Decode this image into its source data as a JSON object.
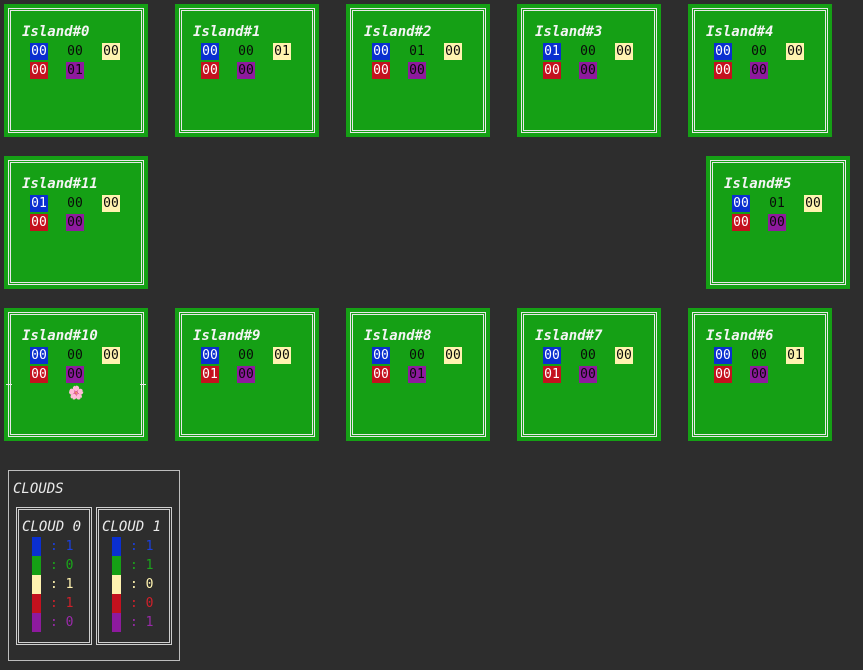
{
  "colors": {
    "blue": "#0a2fd0",
    "green": "#15a015",
    "yellow": "#fff3b0",
    "red": "#c4111e",
    "purple": "#8e1a9e"
  },
  "islands": [
    {
      "title": "Island#0",
      "blue": "00",
      "green": "00",
      "yellow": "00",
      "red": "00",
      "purple": "01"
    },
    {
      "title": "Island#1",
      "blue": "00",
      "green": "00",
      "yellow": "01",
      "red": "00",
      "purple": "00"
    },
    {
      "title": "Island#2",
      "blue": "00",
      "green": "01",
      "yellow": "00",
      "red": "00",
      "purple": "00"
    },
    {
      "title": "Island#3",
      "blue": "01",
      "green": "00",
      "yellow": "00",
      "red": "00",
      "purple": "00"
    },
    {
      "title": "Island#4",
      "blue": "00",
      "green": "00",
      "yellow": "00",
      "red": "00",
      "purple": "00"
    },
    {
      "title": "Island#11",
      "blue": "01",
      "green": "00",
      "yellow": "00",
      "red": "00",
      "purple": "00"
    },
    {
      "title": "Island#5",
      "blue": "00",
      "green": "01",
      "yellow": "00",
      "red": "00",
      "purple": "00"
    },
    {
      "title": "Island#10",
      "blue": "00",
      "green": "00",
      "yellow": "00",
      "red": "00",
      "purple": "00",
      "has_mother_nature": true,
      "mother_nature_icon": "flower-icon"
    },
    {
      "title": "Island#9",
      "blue": "00",
      "green": "00",
      "yellow": "00",
      "red": "01",
      "purple": "00"
    },
    {
      "title": "Island#8",
      "blue": "00",
      "green": "00",
      "yellow": "00",
      "red": "00",
      "purple": "01"
    },
    {
      "title": "Island#7",
      "blue": "00",
      "green": "00",
      "yellow": "00",
      "red": "01",
      "purple": "00"
    },
    {
      "title": "Island#6",
      "blue": "00",
      "green": "00",
      "yellow": "01",
      "red": "00",
      "purple": "00"
    }
  ],
  "clouds_panel": {
    "title": "CLOUDS",
    "clouds": [
      {
        "title": "CLOUD 0",
        "rows": [
          {
            "color": "blue",
            "label": ": 1"
          },
          {
            "color": "green",
            "label": ": 0"
          },
          {
            "color": "yellow",
            "label": ": 1"
          },
          {
            "color": "red",
            "label": ": 1"
          },
          {
            "color": "purple",
            "label": ": 0"
          }
        ]
      },
      {
        "title": "CLOUD 1",
        "rows": [
          {
            "color": "blue",
            "label": ": 1"
          },
          {
            "color": "green",
            "label": ": 1"
          },
          {
            "color": "yellow",
            "label": ": 0"
          },
          {
            "color": "red",
            "label": ": 0"
          },
          {
            "color": "purple",
            "label": ": 1"
          }
        ]
      }
    ]
  }
}
